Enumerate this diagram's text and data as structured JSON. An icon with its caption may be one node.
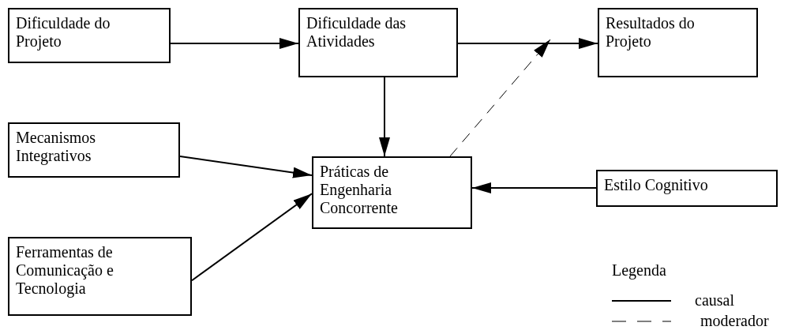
{
  "diagram": {
    "nodes": [
      {
        "text": [
          "Dificuldade do Projeto"
        ]
      },
      {
        "text": [
          "Dificuldade das Atividades"
        ]
      },
      {
        "text": [
          "Resultados do Projeto"
        ]
      },
      {
        "text": [
          "Mecanismos Integrativos"
        ]
      },
      {
        "text": [
          "Práticas de Engenharia Concorrente"
        ]
      },
      {
        "text": [
          "Estilo Cognitivo"
        ]
      },
      {
        "text": [
          "Ferramentas de Comunicação e Tecnologia"
        ]
      }
    ],
    "edges": [
      {
        "from": 0,
        "to": 1,
        "arrow": "to"
      },
      {
        "from": 1,
        "to": 2,
        "arrow": "to"
      },
      {
        "from": 1,
        "to": 4,
        "arrow": "to"
      },
      {
        "from": 3,
        "to": 4,
        "arrow": "to"
      },
      {
        "from": 6,
        "to": 4,
        "arrow": "to"
      },
      {
        "from": 5,
        "to": 4,
        "arrow": "to"
      },
      {
        "from": 4,
        "to": null,
        "arrow": "to",
        "style": "dashed"
      }
    ],
    "labels": [
      "Legenda"
    ],
    "legend": [
      {
        "text": "causal"
      },
      {
        "text": "moderador"
      }
    ]
  }
}
